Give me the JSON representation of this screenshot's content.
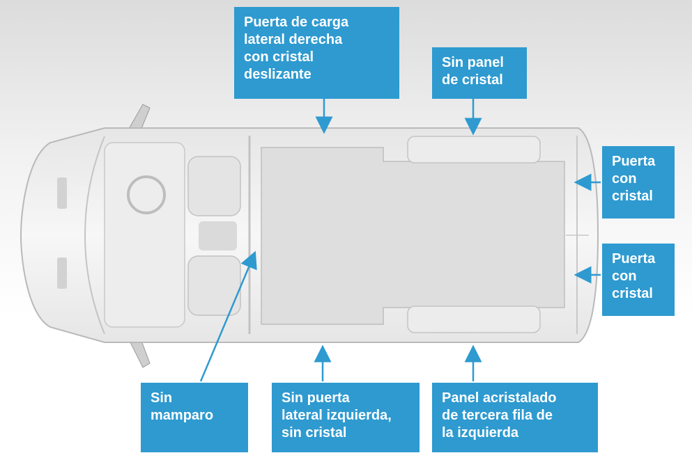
{
  "colors": {
    "callout_bg": "#2e9ad0",
    "callout_text": "#ffffff",
    "van_body": "#eeeeee",
    "van_outline": "#b9b9b9",
    "cargo_floor": "#dedede"
  },
  "callouts": {
    "right_sliding_door": "Puerta de carga\nlateral derecha\ncon cristal\ndeslizante",
    "no_glass_panel": "Sin panel\nde cristal",
    "rear_door_top": "Puerta\ncon\ncristal",
    "rear_door_bottom": "Puerta\ncon\ncristal",
    "no_bulkhead": "Sin\nmamparo",
    "no_left_side_door": "Sin puerta\nlateral izquierda,\nsin cristal",
    "left_third_row_panel": "Panel acristalado\nde tercera fila de\nla izquierda"
  }
}
